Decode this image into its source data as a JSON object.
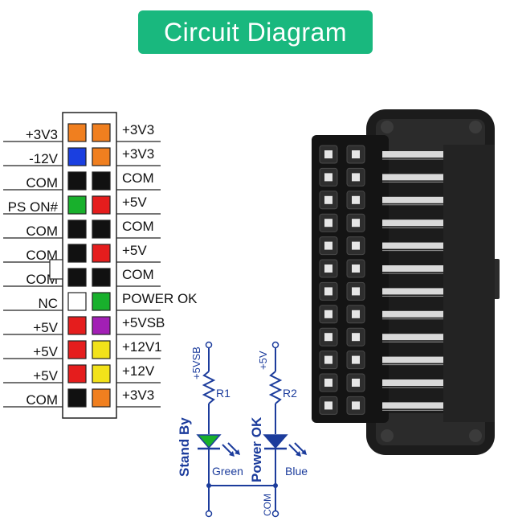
{
  "title": "Circuit Diagram",
  "left_labels": [
    "+3V3",
    "-12V",
    "COM",
    "PS ON#",
    "COM",
    "COM",
    "COM",
    "NC",
    "+5V",
    "+5V",
    "+5V",
    "COM"
  ],
  "right_labels": [
    "+3V3",
    "+3V3",
    "COM",
    "+5V",
    "COM",
    "+5V",
    "COM",
    "POWER OK",
    "+5VSB",
    "+12V1",
    "+12V",
    "+3V3"
  ],
  "left_colors": [
    "#f07f1f",
    "#1a3fe0",
    "#111111",
    "#18b02c",
    "#111111",
    "#111111",
    "#111111",
    "#ffffff",
    "#e51d1d",
    "#e51d1d",
    "#e51d1d",
    "#111111"
  ],
  "right_colors": [
    "#f07f1f",
    "#f07f1f",
    "#111111",
    "#e51d1d",
    "#111111",
    "#e51d1d",
    "#111111",
    "#18b02c",
    "#a21fb5",
    "#f2e21a",
    "#f2e21a",
    "#f07f1f"
  ],
  "schematic": {
    "left_supply": "+5VSB",
    "right_supply": "+5V",
    "r1": "R1",
    "r2": "R2",
    "led1_label": "Stand By",
    "led2_label": "Power OK",
    "led1_color": "Green",
    "led2_color": "Blue",
    "ground": "COM",
    "led1_hex": "#18b02c",
    "led2_hex": "#1c3c9c"
  },
  "connector_icon": "atx-24pin-connector"
}
